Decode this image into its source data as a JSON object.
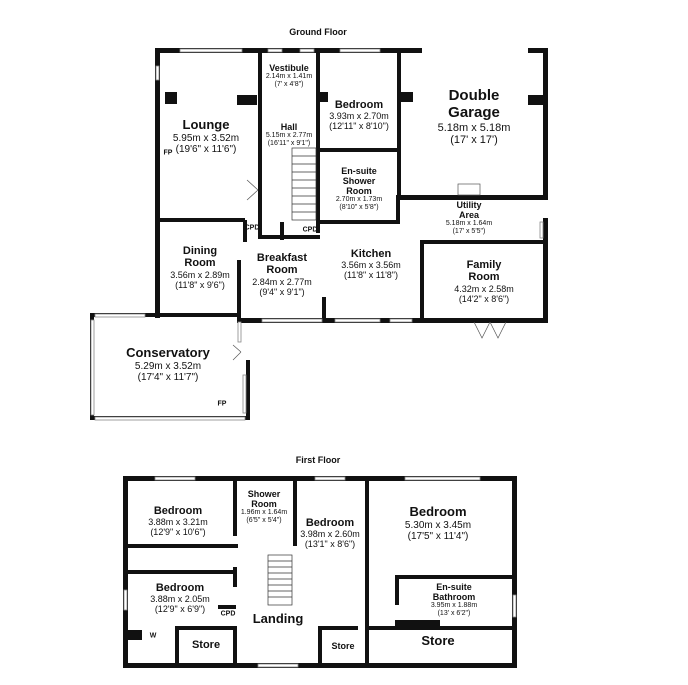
{
  "floors": {
    "ground": "Ground Floor",
    "first": "First Floor"
  },
  "rooms": {
    "vestibule": {
      "name": "Vestibule",
      "metric": "2.14m x 1.41m",
      "imperial": "(7' x 4'8\")"
    },
    "lounge": {
      "name": "Lounge",
      "metric": "5.95m x 3.52m",
      "imperial": "(19'6\" x 11'6\")"
    },
    "hall": {
      "name": "Hall",
      "metric": "5.15m x 2.77m",
      "imperial": "(16'11\" x 9'1\")"
    },
    "bedroom_gf": {
      "name": "Bedroom",
      "metric": "3.93m x 2.70m",
      "imperial": "(12'11\" x 8'10\")"
    },
    "garage": {
      "name": "Double\nGarage",
      "name1": "Double",
      "name2": "Garage",
      "metric": "5.18m x 5.18m",
      "imperial": "(17' x 17')"
    },
    "ensuite_shower": {
      "name1": "En-suite",
      "name2": "Shower",
      "name3": "Room",
      "metric": "2.70m x 1.73m",
      "imperial": "(8'10\" x 5'8\")"
    },
    "utility": {
      "name1": "Utility",
      "name2": "Area",
      "metric": "5.18m x 1.64m",
      "imperial": "(17' x 5'5\")"
    },
    "dining": {
      "name1": "Dining",
      "name2": "Room",
      "metric": "3.56m x 2.89m",
      "imperial": "(11'8\" x 9'6\")"
    },
    "breakfast": {
      "name1": "Breakfast",
      "name2": "Room",
      "metric": "2.84m x 2.77m",
      "imperial": "(9'4\" x 9'1\")"
    },
    "kitchen": {
      "name": "Kitchen",
      "metric": "3.56m x 3.56m",
      "imperial": "(11'8\" x 11'8\")"
    },
    "family": {
      "name1": "Family",
      "name2": "Room",
      "metric": "4.32m x 2.58m",
      "imperial": "(14'2\" x 8'6\")"
    },
    "conservatory": {
      "name": "Conservatory",
      "metric": "5.29m x 3.52m",
      "imperial": "(17'4\" x 11'7\")"
    },
    "bedroom_ff1": {
      "name": "Bedroom",
      "metric": "3.88m x 3.21m",
      "imperial": "(12'9\" x 10'6\")"
    },
    "shower_ff": {
      "name1": "Shower",
      "name2": "Room",
      "metric": "1.96m x 1.64m",
      "imperial": "(6'5\" x 5'4\")"
    },
    "bedroom_ff2": {
      "name": "Bedroom",
      "metric": "3.98m x 2.60m",
      "imperial": "(13'1\" x 8'6\")"
    },
    "bedroom_ff3": {
      "name": "Bedroom",
      "metric": "5.30m x 3.45m",
      "imperial": "(17'5\" x 11'4\")"
    },
    "bedroom_ff4": {
      "name": "Bedroom",
      "metric": "3.88m x 2.05m",
      "imperial": "(12'9\" x 6'9\")"
    },
    "ensuite_bath": {
      "name1": "En-suite",
      "name2": "Bathroom",
      "metric": "3.95m x 1.88m",
      "imperial": "(13' x 6'2\")"
    },
    "landing": {
      "name": "Landing"
    },
    "store1": {
      "name": "Store"
    },
    "store2": {
      "name": "Store"
    },
    "store3": {
      "name": "Store"
    }
  },
  "tags": {
    "fp": "FP",
    "cpd": "CPD",
    "w": "W"
  }
}
